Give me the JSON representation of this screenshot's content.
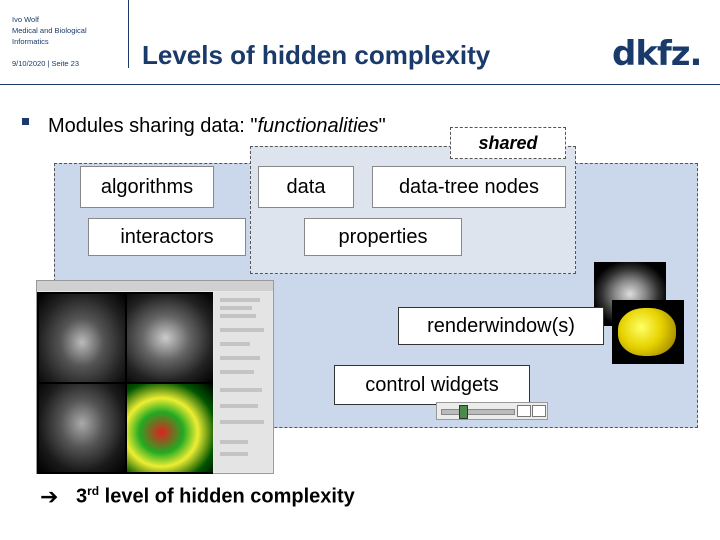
{
  "header": {
    "author_lines": [
      "Ivo Wolf",
      "Medical and Biological",
      "Informatics"
    ],
    "date_page": "9/10/2020 | Seite 23",
    "title": "Levels of hidden complexity",
    "logo_text": "dkfz."
  },
  "bullet": {
    "prefix": "Modules sharing data: \"",
    "emphasis": "functionalities",
    "suffix": "\""
  },
  "labels": {
    "shared": "shared",
    "algorithms": "algorithms",
    "interactors": "interactors",
    "data": "data",
    "data_tree_nodes": "data-tree nodes",
    "properties": "properties",
    "renderwindows": "renderwindow(s)",
    "control_widgets": "control widgets"
  },
  "conclusion": {
    "number": "3",
    "ordinal": "rd",
    "text": " level of hidden complexity"
  },
  "colors": {
    "brand": "#1a3a6b",
    "blue_region": "#cbd8ec",
    "shared_region": "#dde4ee"
  },
  "icons": [
    "square-bullet-icon",
    "arrow-right-icon"
  ]
}
